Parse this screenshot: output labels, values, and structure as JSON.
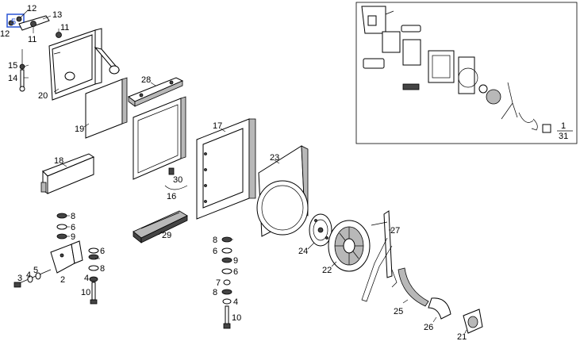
{
  "callouts": {
    "c1": "12",
    "c2": "13",
    "c3": "5",
    "c4": "12",
    "c5": "11",
    "c6": "11",
    "c7": "15",
    "c8": "14",
    "c9": "20",
    "c10": "28",
    "c11": "19",
    "c12": "17",
    "c13": "23",
    "c14": "18",
    "c15": "30",
    "c16": "16",
    "c17": "8",
    "c18": "6",
    "c19": "9",
    "c20": "29",
    "c21": "6",
    "c22": "8",
    "c23": "5",
    "c24": "4",
    "c25": "3",
    "c26": "2",
    "c27": "4",
    "c28": "10",
    "c29": "8",
    "c30": "6",
    "c31": "9",
    "c32": "6",
    "c33": "7",
    "c34": "8",
    "c35": "4",
    "c36": "10",
    "c37": "24",
    "c38": "22",
    "c39": "27",
    "c40": "25",
    "c41": "26",
    "c42": "21"
  },
  "page_indicator": {
    "current": "1",
    "total": "31"
  },
  "highlight_color": "#2a55d6"
}
